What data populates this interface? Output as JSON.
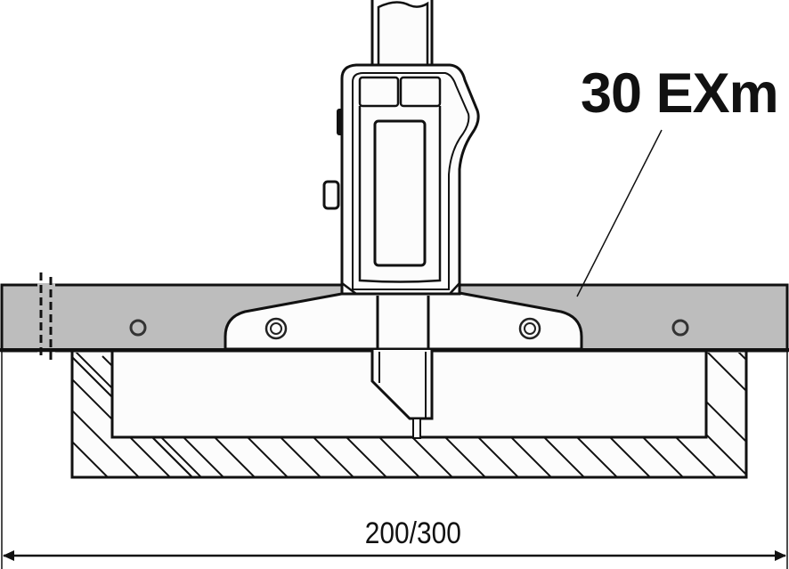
{
  "diagram": {
    "title": "Depth caliper with measuring bridge on workpiece",
    "model_label": "30 EXm",
    "dimension_label": "200/300",
    "colors": {
      "line": "#111111",
      "bridge_fill": "#bdbdbd",
      "part_fill": "#fcfcfc",
      "background": "#ffffff"
    },
    "components": {
      "caliper_body": "digital depth caliper head with display window and two buttons",
      "depth_rod": "depth measuring rod extending down into recess",
      "base_bridge": "measuring bridge / base bar with 4 screw holes",
      "workpiece": "hatched workpiece with rectangular recess",
      "dimension_line": "overall bridge length dimension with arrows"
    }
  }
}
